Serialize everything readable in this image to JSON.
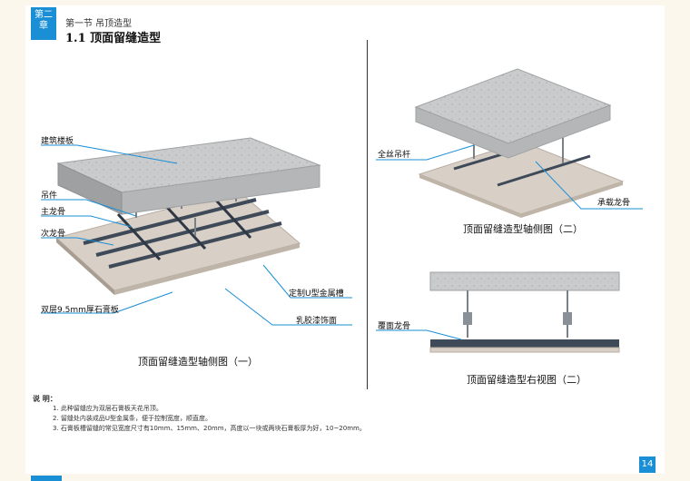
{
  "header": {
    "chapter_line1": "第二",
    "chapter_line2": "章",
    "section": "第一节  吊顶造型",
    "title": "1.1  顶面留缝造型"
  },
  "figure1": {
    "labels": {
      "slab": "建筑楼板",
      "hanger": "吊件",
      "main_keel": "主龙骨",
      "sub_keel": "次龙骨",
      "gypsum": "双层9.5mm厚石膏板",
      "u_channel": "定制U型金属槽",
      "paint": "乳胶漆饰面"
    },
    "caption": "顶面留缝造型轴侧图（一）"
  },
  "figure2": {
    "labels": {
      "rod": "全丝吊杆",
      "bearing_keel": "承载龙骨"
    },
    "caption": "顶面留缝造型轴侧图（二）"
  },
  "figure3": {
    "labels": {
      "cover_keel": "覆面龙骨"
    },
    "caption": "顶面留缝造型右视图（二）"
  },
  "notes": {
    "title": "说  明：",
    "items": [
      "1. 此种留缝应为双层石膏板天花吊顶。",
      "2. 留缝处内装成品U型金属条，便于控制宽度，顺直度。",
      "3. 石膏板槽留缝的常见宽度尺寸有10mm、15mm、20mm，高度以一块或两块石膏板厚为好，10~20mm。"
    ]
  },
  "footer": {
    "page_number": "14"
  },
  "colors": {
    "accent": "#1a8fd6",
    "concrete": "#c9cbcc",
    "board": "#d8cfc6",
    "keel": "#3f4a58"
  }
}
